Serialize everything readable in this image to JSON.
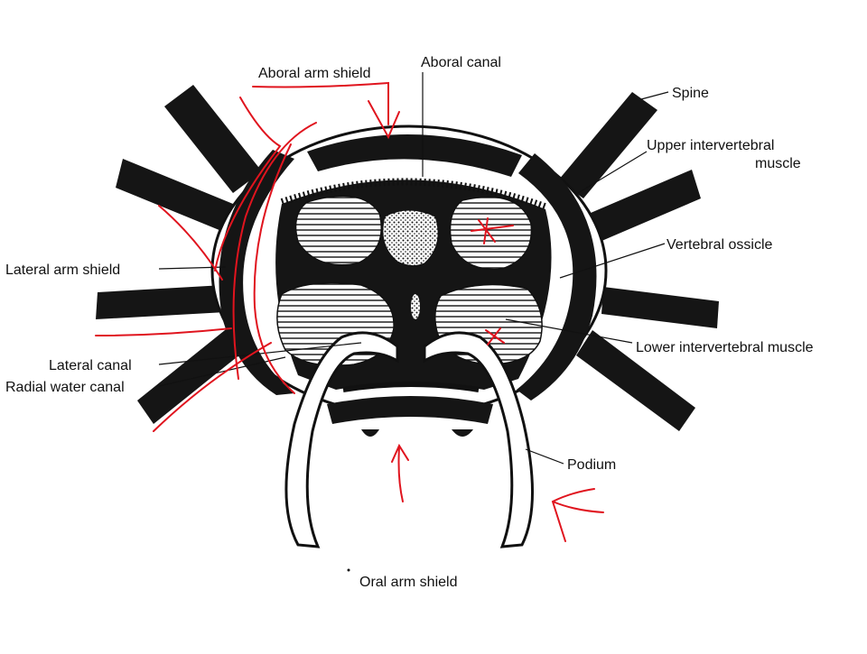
{
  "labels": {
    "aboral_arm_shield": "Aboral arm shield",
    "aboral_canal": "Aboral canal",
    "spine": "Spine",
    "upper_intervertebral_1": "Upper intervertebral",
    "upper_intervertebral_2": "muscle",
    "vertebral_ossicle": "Vertebral ossicle",
    "lateral_arm_shield": "Lateral arm shield",
    "lower_intervertebral_muscle": "Lower intervertebral muscle",
    "lateral_canal": "Lateral canal",
    "radial_water_canal": "Radial water canal",
    "podium": "Podium",
    "oral_arm_shield": "Oral arm shield"
  },
  "colors": {
    "ink": "#111111",
    "annotation": "#e0141e",
    "paper": "#ffffff"
  }
}
